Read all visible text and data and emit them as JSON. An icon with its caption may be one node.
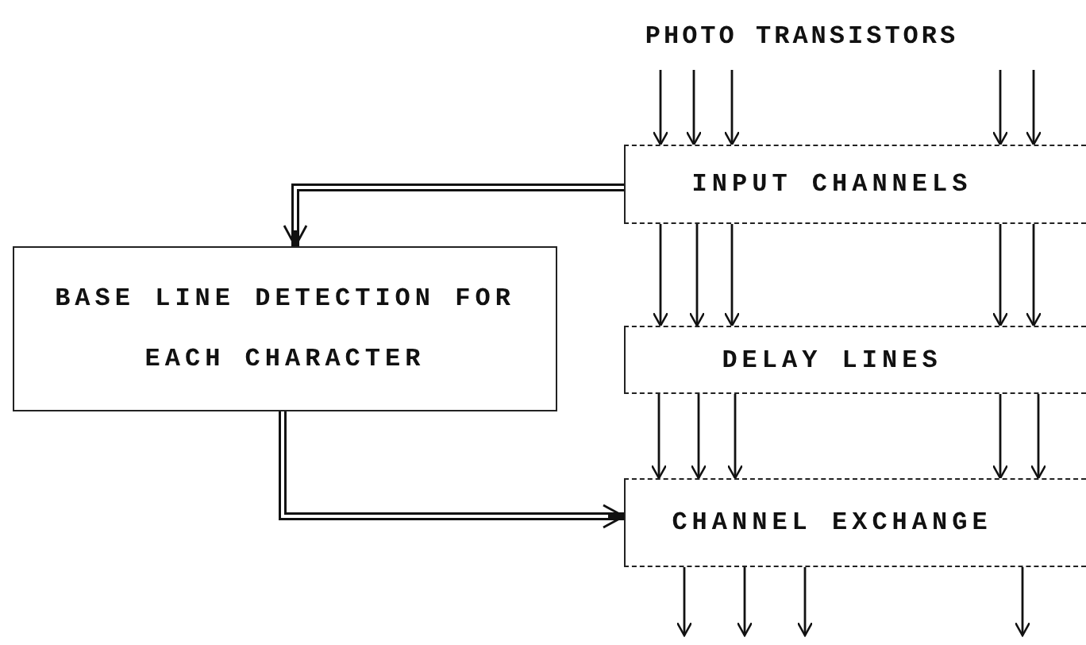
{
  "diagram": {
    "nodes": [
      {
        "text": [
          "PHOTO TRANSISTORS"
        ]
      },
      {
        "text": [
          "INPUT CHANNELS"
        ]
      },
      {
        "text": [
          "BASE LINE DETECTION FOR EACH CHARACTER"
        ]
      },
      {
        "text": [
          "DELAY LINES"
        ]
      },
      {
        "text": [
          "CHANNEL EXCHANGE"
        ]
      }
    ],
    "edges": [
      {
        "from": 0,
        "to": 1,
        "arrow": "to"
      },
      {
        "from": 0,
        "to": 1,
        "arrow": "to"
      },
      {
        "from": 0,
        "to": 1,
        "arrow": "to"
      },
      {
        "from": 0,
        "to": 1,
        "arrow": "to"
      },
      {
        "from": 0,
        "to": 1,
        "arrow": "to"
      },
      {
        "from": 1,
        "to": 2,
        "arrow": "to",
        "style": "thick"
      },
      {
        "from": 1,
        "to": 3,
        "arrow": "to"
      },
      {
        "from": 1,
        "to": 3,
        "arrow": "to"
      },
      {
        "from": 1,
        "to": 3,
        "arrow": "to"
      },
      {
        "from": 1,
        "to": 3,
        "arrow": "to"
      },
      {
        "from": 1,
        "to": 3,
        "arrow": "to"
      },
      {
        "from": 3,
        "to": 4,
        "arrow": "to"
      },
      {
        "from": 3,
        "to": 4,
        "arrow": "to"
      },
      {
        "from": 3,
        "to": 4,
        "arrow": "to"
      },
      {
        "from": 3,
        "to": 4,
        "arrow": "to"
      },
      {
        "from": 3,
        "to": 4,
        "arrow": "to"
      },
      {
        "from": 2,
        "to": 4,
        "arrow": "to",
        "style": "thick"
      },
      {
        "from": 4,
        "to": null,
        "arrow": "to"
      },
      {
        "from": 4,
        "to": null,
        "arrow": "to"
      },
      {
        "from": 4,
        "to": null,
        "arrow": "to"
      },
      {
        "from": 4,
        "to": null,
        "arrow": "to"
      }
    ]
  }
}
